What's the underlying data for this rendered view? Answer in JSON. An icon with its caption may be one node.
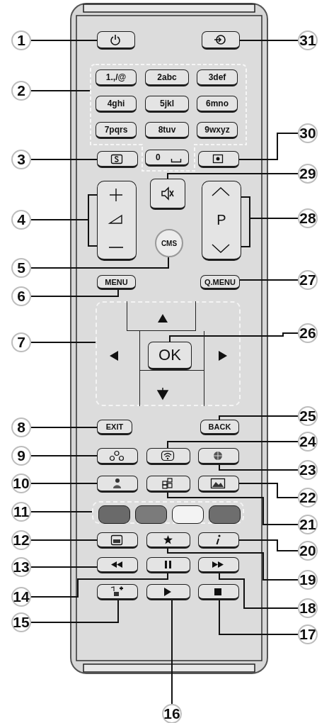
{
  "diagram": {
    "nodes": [
      {
        "text": [
          "1"
        ]
      },
      {
        "text": [
          "2"
        ]
      },
      {
        "text": [
          "3"
        ]
      },
      {
        "text": [
          "4"
        ]
      },
      {
        "text": [
          "5"
        ]
      },
      {
        "text": [
          "6"
        ]
      },
      {
        "text": [
          "7"
        ]
      },
      {
        "text": [
          "8"
        ]
      },
      {
        "text": [
          "9"
        ]
      },
      {
        "text": [
          "10"
        ]
      },
      {
        "text": [
          "11"
        ]
      },
      {
        "text": [
          "12"
        ]
      },
      {
        "text": [
          "13"
        ]
      },
      {
        "text": [
          "14"
        ]
      },
      {
        "text": [
          "15"
        ]
      },
      {
        "text": [
          "16"
        ]
      },
      {
        "text": [
          "17"
        ]
      },
      {
        "text": [
          "18"
        ]
      },
      {
        "text": [
          "19"
        ]
      },
      {
        "text": [
          "20"
        ]
      },
      {
        "text": [
          "21"
        ]
      },
      {
        "text": [
          "22"
        ]
      },
      {
        "text": [
          "23"
        ]
      },
      {
        "text": [
          "24"
        ]
      },
      {
        "text": [
          "25"
        ]
      },
      {
        "text": [
          "26"
        ]
      },
      {
        "text": [
          "27"
        ]
      },
      {
        "text": [
          "28"
        ]
      },
      {
        "text": [
          "29"
        ]
      },
      {
        "text": [
          "30"
        ]
      },
      {
        "text": [
          "31"
        ]
      },
      {
        "text": [],
        "shape": "box"
      },
      {
        "text": [],
        "shape": "box"
      },
      {
        "text": [
          "1.,/@"
        ],
        "in": 32
      },
      {
        "text": [
          "2abc"
        ],
        "in": 32
      },
      {
        "text": [
          "3def"
        ],
        "in": 32
      },
      {
        "text": [
          "4ghi"
        ],
        "in": 32
      },
      {
        "text": [
          "5jkl"
        ],
        "in": 32
      },
      {
        "text": [
          "6mno"
        ],
        "in": 32
      },
      {
        "text": [
          "7pqrs"
        ],
        "in": 32
      },
      {
        "text": [
          "8tuv"
        ],
        "in": 32
      },
      {
        "text": [
          "9wxyz"
        ],
        "in": 32
      },
      {
        "text": [
          "0"
        ],
        "in": 32
      },
      {
        "text": [],
        "shape": "box"
      },
      {
        "text": [],
        "shape": "box"
      },
      {
        "text": [
          "CMS"
        ]
      },
      {
        "text": [
          "MENU"
        ]
      },
      {
        "text": [],
        "shape": "box"
      },
      {
        "text": [
          "OK"
        ],
        "in": 47
      },
      {
        "text": [
          "EXIT"
        ]
      },
      {
        "text": [],
        "shape": "box"
      },
      {
        "text": [],
        "shape": "box"
      },
      {
        "text": [],
        "shape": "box"
      },
      {
        "text": [],
        "shape": "box",
        "in": 52
      },
      {
        "text": [],
        "shape": "box",
        "in": 52
      },
      {
        "text": [],
        "shape": "box",
        "in": 52
      },
      {
        "text": [],
        "shape": "box",
        "in": 52
      },
      {
        "text": [],
        "shape": "box"
      },
      {
        "text": [],
        "shape": "box"
      },
      {
        "text": [],
        "shape": "box"
      },
      {
        "text": [],
        "shape": "box"
      },
      {
        "text": [],
        "shape": "box"
      },
      {
        "text": [],
        "shape": "box"
      },
      {
        "text": [],
        "shape": "box"
      },
      {
        "text": [],
        "shape": "box"
      },
      {
        "text": [],
        "shape": "box"
      },
      {
        "text": [],
        "shape": "box"
      },
      {
        "text": [],
        "shape": "box"
      },
      {
        "text": [],
        "shape": "box"
      },
      {
        "text": [],
        "shape": "box"
      },
      {
        "text": [
          "BACK"
        ]
      },
      {
        "text": [
          "Q.MENU"
        ]
      },
      {
        "text": [
          "P"
        ]
      },
      {
        "text": [],
        "shape": "box"
      },
      {
        "text": [],
        "shape": "box"
      },
      {
        "text": [],
        "shape": "box"
      }
    ],
    "edges": [
      {
        "from": 0,
        "to": 31,
        "arrow": "none"
      },
      {
        "from": 1,
        "to": 32,
        "arrow": "none"
      },
      {
        "from": 2,
        "to": 43,
        "arrow": "none"
      },
      {
        "from": 3,
        "to": 44,
        "arrow": "none"
      },
      {
        "from": 4,
        "to": 45,
        "arrow": "none"
      },
      {
        "from": 5,
        "to": 46,
        "arrow": "none"
      },
      {
        "from": 6,
        "to": 47,
        "arrow": "none"
      },
      {
        "from": 7,
        "to": 49,
        "arrow": "none"
      },
      {
        "from": 8,
        "to": 50,
        "arrow": "none"
      },
      {
        "from": 9,
        "to": 51,
        "arrow": "none"
      },
      {
        "from": 10,
        "to": 52,
        "arrow": "none"
      },
      {
        "from": 11,
        "to": 57,
        "arrow": "none"
      },
      {
        "from": 12,
        "to": 58,
        "arrow": "none"
      },
      {
        "from": 13,
        "to": 59,
        "arrow": "none"
      },
      {
        "from": 14,
        "to": 60,
        "arrow": "none"
      },
      {
        "from": 15,
        "to": 61,
        "arrow": "none"
      },
      {
        "from": 16,
        "to": 62,
        "arrow": "none"
      },
      {
        "from": 17,
        "to": 63,
        "arrow": "none"
      },
      {
        "from": 18,
        "to": 64,
        "arrow": "none"
      },
      {
        "from": 19,
        "to": 65,
        "arrow": "none"
      },
      {
        "from": 20,
        "to": 66,
        "arrow": "none"
      },
      {
        "from": 21,
        "to": 67,
        "arrow": "none"
      },
      {
        "from": 22,
        "to": 68,
        "arrow": "none"
      },
      {
        "from": 23,
        "to": 69,
        "arrow": "none"
      },
      {
        "from": 24,
        "to": 70,
        "arrow": "none"
      },
      {
        "from": 25,
        "to": 48,
        "arrow": "none"
      },
      {
        "from": 26,
        "to": 71,
        "arrow": "none"
      },
      {
        "from": 27,
        "to": 72,
        "arrow": "none"
      },
      {
        "from": 28,
        "to": 73,
        "arrow": "none"
      },
      {
        "from": 29,
        "to": 74,
        "arrow": "none"
      },
      {
        "from": 30,
        "to": 75,
        "arrow": "none"
      }
    ]
  }
}
